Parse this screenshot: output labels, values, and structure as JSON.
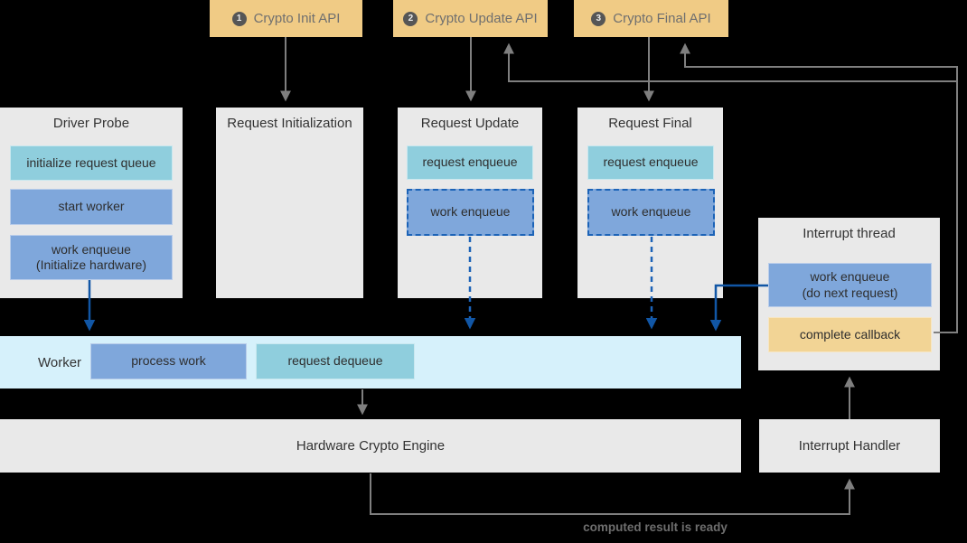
{
  "api_boxes": [
    {
      "badge": "1",
      "label": "Crypto Init API"
    },
    {
      "badge": "2",
      "label": "Crypto Update API"
    },
    {
      "badge": "3",
      "label": "Crypto Final API"
    }
  ],
  "columns": {
    "driver_probe": {
      "title": "Driver Probe",
      "steps": {
        "init_queue": {
          "label": "initialize request queue"
        },
        "start_worker": {
          "label": "start worker"
        },
        "work_enqueue": {
          "line1": "work enqueue",
          "line2": "(Initialize hardware)"
        }
      }
    },
    "request_initialization": {
      "title": "Request Initialization"
    },
    "request_update": {
      "title": "Request Update",
      "steps": {
        "request_enqueue": {
          "label": "request enqueue"
        },
        "work_enqueue": {
          "label": "work enqueue"
        }
      }
    },
    "request_final": {
      "title": "Request Final",
      "steps": {
        "request_enqueue": {
          "label": "request enqueue"
        },
        "work_enqueue": {
          "label": "work enqueue"
        }
      }
    }
  },
  "interrupt_thread": {
    "title": "Interrupt thread",
    "steps": {
      "work_enqueue": {
        "line1": "work enqueue",
        "line2": "(do next request)"
      },
      "complete_callback": {
        "label": "complete callback"
      }
    }
  },
  "worker": {
    "label": "Worker",
    "steps": {
      "process_work": {
        "label": "process work"
      },
      "request_dequeue": {
        "label": "request dequeue"
      }
    }
  },
  "hardware_engine": {
    "label": "Hardware Crypto Engine"
  },
  "interrupt_handler": {
    "label": "Interrupt Handler"
  },
  "annotation": {
    "label": "computed result is ready"
  },
  "colors": {
    "background": "#000000",
    "column_gray": "#e9e9e9",
    "api_orange": "#f0cb85",
    "callback_orange": "#f2d495",
    "teal_box": "#8fcedd",
    "blue_box": "#7fa7db",
    "worker_cyan": "#d6f1fb",
    "gray_arrow": "#7f7f7f",
    "blue_arrow": "#1156a5",
    "dashed_blue": "#1c63b7",
    "annotation_text": "#6e6e6e"
  }
}
